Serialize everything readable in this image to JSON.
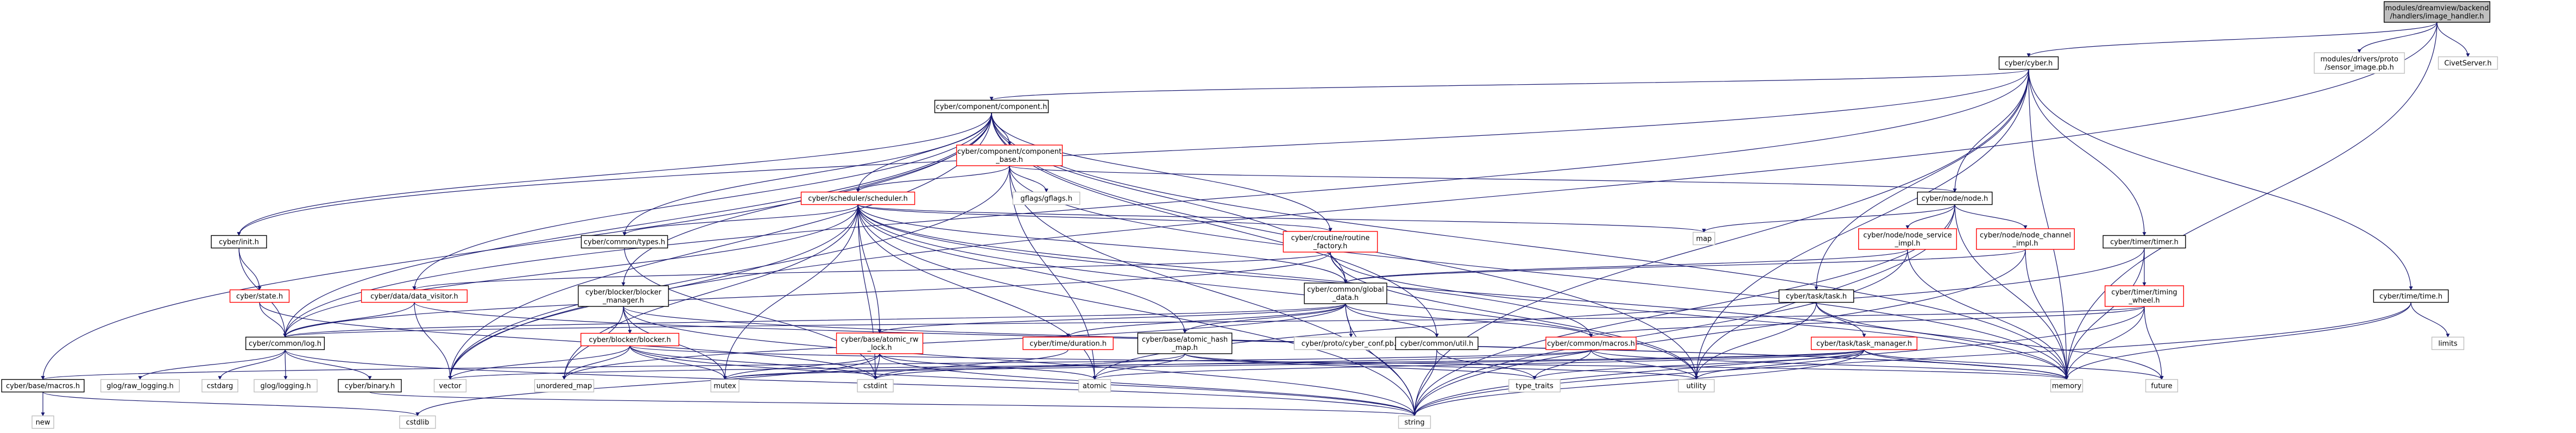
{
  "colors": {
    "edge": "#191970",
    "root_fill": "#bfbfbf",
    "node_fill": "#ffffff",
    "node_border": "#000000",
    "unresolved_border": "#bfbfbf",
    "partial_border": "#ff0000"
  },
  "nodes": [
    {
      "id": "root",
      "lines": [
        "modules/dreamview/backend",
        "/handlers/image_handler.h"
      ],
      "style": "root"
    },
    {
      "id": "cyber_h",
      "lines": [
        "cyber/cyber.h"
      ],
      "style": "normal"
    },
    {
      "id": "sensor_image",
      "lines": [
        "modules/drivers/proto",
        "/sensor_image.pb.h"
      ],
      "style": "unresolved"
    },
    {
      "id": "civet",
      "lines": [
        "CivetServer.h"
      ],
      "style": "unresolved"
    },
    {
      "id": "component_h",
      "lines": [
        "cyber/component/component.h"
      ],
      "style": "normal"
    },
    {
      "id": "component_base",
      "lines": [
        "cyber/component/component",
        "_base.h"
      ],
      "style": "partial"
    },
    {
      "id": "scheduler",
      "lines": [
        "cyber/scheduler/scheduler.h"
      ],
      "style": "partial"
    },
    {
      "id": "gflags",
      "lines": [
        "gflags/gflags.h"
      ],
      "style": "unresolved"
    },
    {
      "id": "map",
      "lines": [
        "map"
      ],
      "style": "unresolved"
    },
    {
      "id": "node_h",
      "lines": [
        "cyber/node/node.h"
      ],
      "style": "normal"
    },
    {
      "id": "node_service",
      "lines": [
        "cyber/node/node_service",
        "_impl.h"
      ],
      "style": "partial"
    },
    {
      "id": "node_channel",
      "lines": [
        "cyber/node/node_channel",
        "_impl.h"
      ],
      "style": "partial"
    },
    {
      "id": "timer_h",
      "lines": [
        "cyber/timer/timer.h"
      ],
      "style": "normal"
    },
    {
      "id": "timing_wheel",
      "lines": [
        "cyber/timer/timing",
        "_wheel.h"
      ],
      "style": "partial"
    },
    {
      "id": "time_h",
      "lines": [
        "cyber/time/time.h"
      ],
      "style": "normal"
    },
    {
      "id": "limits",
      "lines": [
        "limits"
      ],
      "style": "unresolved"
    },
    {
      "id": "init_h",
      "lines": [
        "cyber/init.h"
      ],
      "style": "normal"
    },
    {
      "id": "state_h",
      "lines": [
        "cyber/state.h"
      ],
      "style": "partial"
    },
    {
      "id": "types_h",
      "lines": [
        "cyber/common/types.h"
      ],
      "style": "normal"
    },
    {
      "id": "routine_factory",
      "lines": [
        "cyber/croutine/routine",
        "_factory.h"
      ],
      "style": "partial"
    },
    {
      "id": "data_visitor",
      "lines": [
        "cyber/data/data_visitor.h"
      ],
      "style": "partial"
    },
    {
      "id": "blocker_manager",
      "lines": [
        "cyber/blocker/blocker",
        "_manager.h"
      ],
      "style": "normal"
    },
    {
      "id": "blocker_h",
      "lines": [
        "cyber/blocker/blocker.h"
      ],
      "style": "partial"
    },
    {
      "id": "global_data",
      "lines": [
        "cyber/common/global",
        "_data.h"
      ],
      "style": "normal"
    },
    {
      "id": "task_h",
      "lines": [
        "cyber/task/task.h"
      ],
      "style": "normal"
    },
    {
      "id": "task_manager",
      "lines": [
        "cyber/task/task_manager.h"
      ],
      "style": "partial"
    },
    {
      "id": "log_h",
      "lines": [
        "cyber/common/log.h"
      ],
      "style": "normal"
    },
    {
      "id": "atomic_rw_lock",
      "lines": [
        "cyber/base/atomic_rw",
        "_lock.h"
      ],
      "style": "partial"
    },
    {
      "id": "atomic_hash_map",
      "lines": [
        "cyber/base/atomic_hash",
        "_map.h"
      ],
      "style": "normal"
    },
    {
      "id": "duration_h",
      "lines": [
        "cyber/time/duration.h"
      ],
      "style": "partial"
    },
    {
      "id": "cyber_conf",
      "lines": [
        "cyber/proto/cyber_conf.pb.h"
      ],
      "style": "unresolved"
    },
    {
      "id": "util_h",
      "lines": [
        "cyber/common/util.h"
      ],
      "style": "normal"
    },
    {
      "id": "macros_common",
      "lines": [
        "cyber/common/macros.h"
      ],
      "style": "partial"
    },
    {
      "id": "base_macros",
      "lines": [
        "cyber/base/macros.h"
      ],
      "style": "normal"
    },
    {
      "id": "glog_raw",
      "lines": [
        "glog/raw_logging.h"
      ],
      "style": "unresolved"
    },
    {
      "id": "cstdarg",
      "lines": [
        "cstdarg"
      ],
      "style": "unresolved"
    },
    {
      "id": "glog_logging",
      "lines": [
        "glog/logging.h"
      ],
      "style": "unresolved"
    },
    {
      "id": "binary_h",
      "lines": [
        "cyber/binary.h"
      ],
      "style": "normal"
    },
    {
      "id": "vector",
      "lines": [
        "vector"
      ],
      "style": "unresolved"
    },
    {
      "id": "unordered_map",
      "lines": [
        "unordered_map"
      ],
      "style": "unresolved"
    },
    {
      "id": "mutex",
      "lines": [
        "mutex"
      ],
      "style": "unresolved"
    },
    {
      "id": "cstdint",
      "lines": [
        "cstdint"
      ],
      "style": "unresolved"
    },
    {
      "id": "atomic",
      "lines": [
        "atomic"
      ],
      "style": "unresolved"
    },
    {
      "id": "type_traits",
      "lines": [
        "type_traits"
      ],
      "style": "unresolved"
    },
    {
      "id": "utility",
      "lines": [
        "utility"
      ],
      "style": "unresolved"
    },
    {
      "id": "memory",
      "lines": [
        "memory"
      ],
      "style": "unresolved"
    },
    {
      "id": "future",
      "lines": [
        "future"
      ],
      "style": "unresolved"
    },
    {
      "id": "new",
      "lines": [
        "new"
      ],
      "style": "unresolved"
    },
    {
      "id": "cstdlib",
      "lines": [
        "cstdlib"
      ],
      "style": "unresolved"
    },
    {
      "id": "string",
      "lines": [
        "string"
      ],
      "style": "unresolved"
    }
  ],
  "edges": [
    [
      "root",
      "cyber_h"
    ],
    [
      "root",
      "sensor_image"
    ],
    [
      "root",
      "civet"
    ],
    [
      "root",
      "memory"
    ],
    [
      "root",
      "vector"
    ],
    [
      "cyber_h",
      "component_h"
    ],
    [
      "cyber_h",
      "init_h"
    ],
    [
      "cyber_h",
      "node_h"
    ],
    [
      "cyber_h",
      "task_h"
    ],
    [
      "cyber_h",
      "timer_h"
    ],
    [
      "cyber_h",
      "time_h"
    ],
    [
      "cyber_h",
      "log_h"
    ],
    [
      "cyber_h",
      "utility"
    ],
    [
      "cyber_h",
      "memory"
    ],
    [
      "cyber_h",
      "string"
    ],
    [
      "component_h",
      "component_base"
    ],
    [
      "component_h",
      "scheduler"
    ],
    [
      "component_h",
      "routine_factory"
    ],
    [
      "component_h",
      "data_visitor"
    ],
    [
      "component_h",
      "blocker_manager"
    ],
    [
      "component_h",
      "types_h"
    ],
    [
      "component_h",
      "global_data"
    ],
    [
      "component_h",
      "util_h"
    ],
    [
      "component_h",
      "log_h"
    ],
    [
      "component_h",
      "base_macros"
    ],
    [
      "component_h",
      "memory"
    ],
    [
      "component_h",
      "utility"
    ],
    [
      "component_h",
      "vector"
    ],
    [
      "component_h",
      "init_h"
    ],
    [
      "component_base",
      "scheduler"
    ],
    [
      "component_base",
      "gflags"
    ],
    [
      "component_base",
      "node_h"
    ],
    [
      "component_base",
      "atomic"
    ],
    [
      "component_base",
      "memory"
    ],
    [
      "component_base",
      "vector"
    ],
    [
      "component_base",
      "string"
    ],
    [
      "scheduler",
      "map"
    ],
    [
      "scheduler",
      "types_h"
    ],
    [
      "scheduler",
      "routine_factory"
    ],
    [
      "scheduler",
      "atomic_rw_lock"
    ],
    [
      "scheduler",
      "atomic_hash_map"
    ],
    [
      "scheduler",
      "macros_common"
    ],
    [
      "scheduler",
      "log_h"
    ],
    [
      "scheduler",
      "mutex"
    ],
    [
      "scheduler",
      "memory"
    ],
    [
      "scheduler",
      "string"
    ],
    [
      "scheduler",
      "unordered_map"
    ],
    [
      "scheduler",
      "vector"
    ],
    [
      "scheduler",
      "utility"
    ],
    [
      "scheduler",
      "cstdint"
    ],
    [
      "scheduler",
      "atomic"
    ],
    [
      "scheduler",
      "global_data"
    ],
    [
      "node_h",
      "map"
    ],
    [
      "node_h",
      "node_service"
    ],
    [
      "node_h",
      "node_channel"
    ],
    [
      "node_h",
      "memory"
    ],
    [
      "node_h",
      "string"
    ],
    [
      "node_h",
      "utility"
    ],
    [
      "node_service",
      "global_data"
    ],
    [
      "node_service",
      "memory"
    ],
    [
      "node_service",
      "string"
    ],
    [
      "node_channel",
      "memory"
    ],
    [
      "node_channel",
      "string"
    ],
    [
      "node_channel",
      "global_data"
    ],
    [
      "timer_h",
      "timing_wheel"
    ],
    [
      "timer_h",
      "memory"
    ],
    [
      "timer_h",
      "atomic"
    ],
    [
      "timing_wheel",
      "memory"
    ],
    [
      "timing_wheel",
      "future"
    ],
    [
      "timing_wheel",
      "macros_common"
    ],
    [
      "timing_wheel",
      "log_h"
    ],
    [
      "timing_wheel",
      "string"
    ],
    [
      "time_h",
      "limits"
    ],
    [
      "time_h",
      "string"
    ],
    [
      "time_h",
      "memory"
    ],
    [
      "init_h",
      "state_h"
    ],
    [
      "init_h",
      "log_h"
    ],
    [
      "state_h",
      "log_h"
    ],
    [
      "state_h",
      "cstdint"
    ],
    [
      "types_h",
      "cstdint"
    ],
    [
      "routine_factory",
      "global_data"
    ],
    [
      "routine_factory",
      "log_h"
    ],
    [
      "routine_factory",
      "data_visitor"
    ],
    [
      "routine_factory",
      "memory"
    ],
    [
      "routine_factory",
      "utility"
    ],
    [
      "data_visitor",
      "log_h"
    ],
    [
      "data_visitor",
      "vector"
    ],
    [
      "data_visitor",
      "memory"
    ],
    [
      "blocker_manager",
      "blocker_h"
    ],
    [
      "blocker_manager",
      "unordered_map"
    ],
    [
      "blocker_manager",
      "mutex"
    ],
    [
      "blocker_manager",
      "memory"
    ],
    [
      "blocker_manager",
      "string"
    ],
    [
      "blocker_h",
      "mutex"
    ],
    [
      "blocker_h",
      "vector"
    ],
    [
      "blocker_h",
      "unordered_map"
    ],
    [
      "blocker_h",
      "string"
    ],
    [
      "blocker_h",
      "cstdint"
    ],
    [
      "blocker_h",
      "memory"
    ],
    [
      "global_data",
      "log_h"
    ],
    [
      "global_data",
      "atomic_rw_lock"
    ],
    [
      "global_data",
      "atomic_hash_map"
    ],
    [
      "global_data",
      "duration_h"
    ],
    [
      "global_data",
      "cyber_conf"
    ],
    [
      "global_data",
      "util_h"
    ],
    [
      "global_data",
      "macros_common"
    ],
    [
      "global_data",
      "unordered_map"
    ],
    [
      "global_data",
      "string"
    ],
    [
      "task_h",
      "task_manager"
    ],
    [
      "task_h",
      "future"
    ],
    [
      "task_h",
      "utility"
    ],
    [
      "task_manager",
      "future"
    ],
    [
      "task_manager",
      "atomic"
    ],
    [
      "task_manager",
      "memory"
    ],
    [
      "task_manager",
      "vector"
    ],
    [
      "task_manager",
      "string"
    ],
    [
      "task_manager",
      "utility"
    ],
    [
      "task_manager",
      "type_traits"
    ],
    [
      "task_manager",
      "mutex"
    ],
    [
      "log_h",
      "glog_raw"
    ],
    [
      "log_h",
      "cstdarg"
    ],
    [
      "log_h",
      "glog_logging"
    ],
    [
      "log_h",
      "binary_h"
    ],
    [
      "log_h",
      "string"
    ],
    [
      "atomic_rw_lock",
      "atomic"
    ],
    [
      "atomic_rw_lock",
      "cstdint"
    ],
    [
      "atomic_rw_lock",
      "mutex"
    ],
    [
      "atomic_rw_lock",
      "cstdlib"
    ],
    [
      "atomic_rw_lock",
      "string"
    ],
    [
      "atomic_hash_map",
      "atomic"
    ],
    [
      "atomic_hash_map",
      "cstdint"
    ],
    [
      "atomic_hash_map",
      "type_traits"
    ],
    [
      "atomic_hash_map",
      "utility"
    ],
    [
      "duration_h",
      "cstdint"
    ],
    [
      "util_h",
      "string"
    ],
    [
      "util_h",
      "type_traits"
    ],
    [
      "macros_common",
      "base_macros"
    ],
    [
      "macros_common",
      "type_traits"
    ],
    [
      "macros_common",
      "mutex"
    ],
    [
      "macros_common",
      "memory"
    ],
    [
      "macros_common",
      "utility"
    ],
    [
      "base_macros",
      "new"
    ],
    [
      "base_macros",
      "cstdlib"
    ],
    [
      "binary_h",
      "string"
    ]
  ]
}
